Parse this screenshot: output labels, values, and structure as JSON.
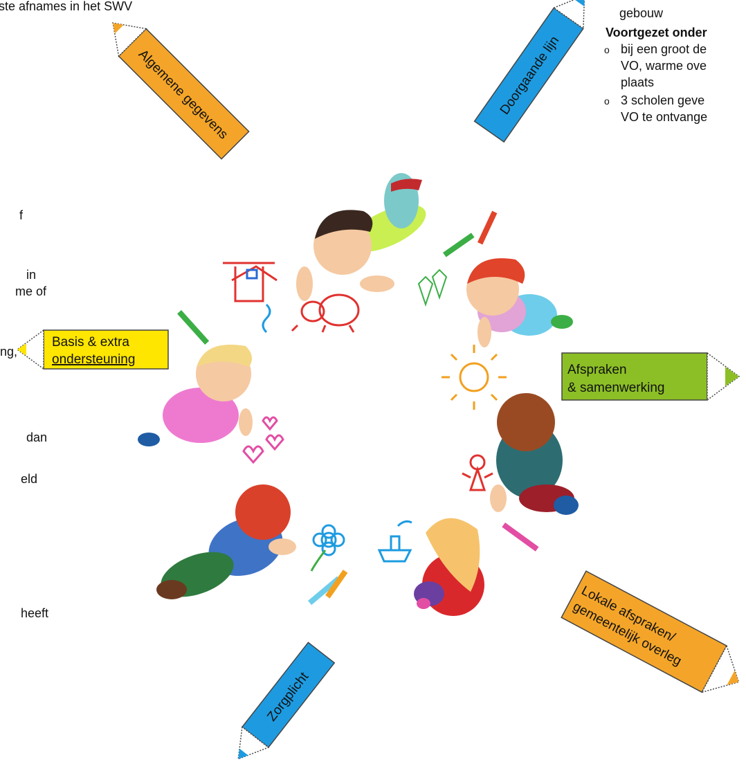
{
  "left_fragments": {
    "top": "ste afnames in het SWV",
    "l1": "f",
    "l2": "in",
    "l3": "me of",
    "l4": "ng,",
    "l5": "dan",
    "l6": "eld",
    "l7": "heeft"
  },
  "right_fragments": {
    "gebouw": "gebouw",
    "heading": "Voortgezet onder",
    "b1_line1": "bij een groot de",
    "b1_line2": "VO, warme ove",
    "b1_line3": "plaats",
    "b2_line1": "3 scholen geve",
    "b2_line2": "VO te ontvange",
    "bullet_symbol": "o"
  },
  "pencils": {
    "algemene": {
      "label": "Algemene gegevens",
      "color": "#f4a529"
    },
    "doorgaande": {
      "label": "Doorgaande lijn",
      "color": "#1e9be0"
    },
    "basis": {
      "line1": "Basis & extra",
      "line2": "ondersteuning",
      "color": "#ffe600"
    },
    "afspraken": {
      "line1": "Afspraken",
      "line2": "& samenwerking",
      "color": "#8cbf26"
    },
    "lokale": {
      "line1": "Lokale afspraken/",
      "line2": "gemeentelijk overleg",
      "color": "#f4a529"
    },
    "zorgplicht": {
      "label": "Zorgplicht",
      "color": "#1e9be0"
    }
  },
  "illustration": {
    "name": "children-drawing-in-circle"
  }
}
